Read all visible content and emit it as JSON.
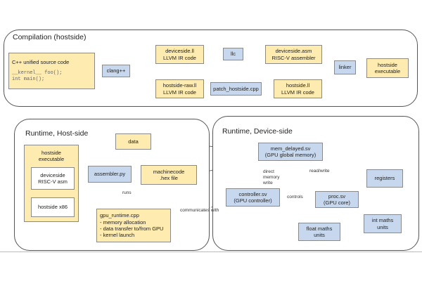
{
  "regions": {
    "compilation": "Compilation (hostside)",
    "runtime_host": "Runtime, Host-side",
    "runtime_device": "Runtime, Device-side"
  },
  "nodes": {
    "cpp_source": {
      "line1": "C++ unified source code",
      "code1": "__kernel__ foo();",
      "code2": "int main();"
    },
    "clang": "clang++",
    "deviceside_ll": {
      "line1": "deviceside.ll",
      "line2": "LLVM IR code"
    },
    "llc": "llc",
    "deviceside_asm": {
      "line1": "deviceside.asm",
      "line2": "RISC-V assembler"
    },
    "linker": "linker",
    "hostside_exe": {
      "line1": "hostside",
      "line2": "executable"
    },
    "hostside_raw_ll": {
      "line1": "hostside-raw.ll",
      "line2": "LLVM IR code"
    },
    "patch_hostside": "patch_hostside.cpp",
    "hostside_ll": {
      "line1": "hostside.ll",
      "line2": "LLVM IR code"
    },
    "hostside_exec_container": {
      "line1": "hostside",
      "line2": "executable"
    },
    "deviceside_riscv": {
      "line1": "deviceside",
      "line2": "RISC-V asm"
    },
    "hostside_x86": "hostside x86",
    "assembler": "assembler.py",
    "machinecode": {
      "line1": "machinecode",
      "line2": ".hex file"
    },
    "data": "data",
    "gpu_runtime": {
      "line1": "gpu_runtime.cpp",
      "line2": "- memory allocation",
      "line3": "- data transfer to/from GPU",
      "line4": "- kernel launch"
    },
    "mem_delayed": {
      "line1": "mem_delayed.sv",
      "line2": "(GPU global memory)"
    },
    "controller": {
      "line1": "controller.sv",
      "line2": "(GPU controller)"
    },
    "proc": {
      "line1": "proc.sv",
      "line2": "(GPU core)"
    },
    "registers": "registers",
    "float_maths": {
      "line1": "float maths",
      "line2": "units"
    },
    "int_maths": {
      "line1": "int maths",
      "line2": "units"
    }
  },
  "edge_labels": {
    "runs": "runs",
    "communicates_with": "communicates with",
    "direct_memory_write": {
      "line1": "direct",
      "line2": "memory",
      "line3": "write"
    },
    "read_write": "read/write",
    "controls": "controls"
  },
  "colors": {
    "yellow_box": "#fdebb0",
    "blue_box": "#c7d8ee",
    "arrow": "#444444"
  }
}
